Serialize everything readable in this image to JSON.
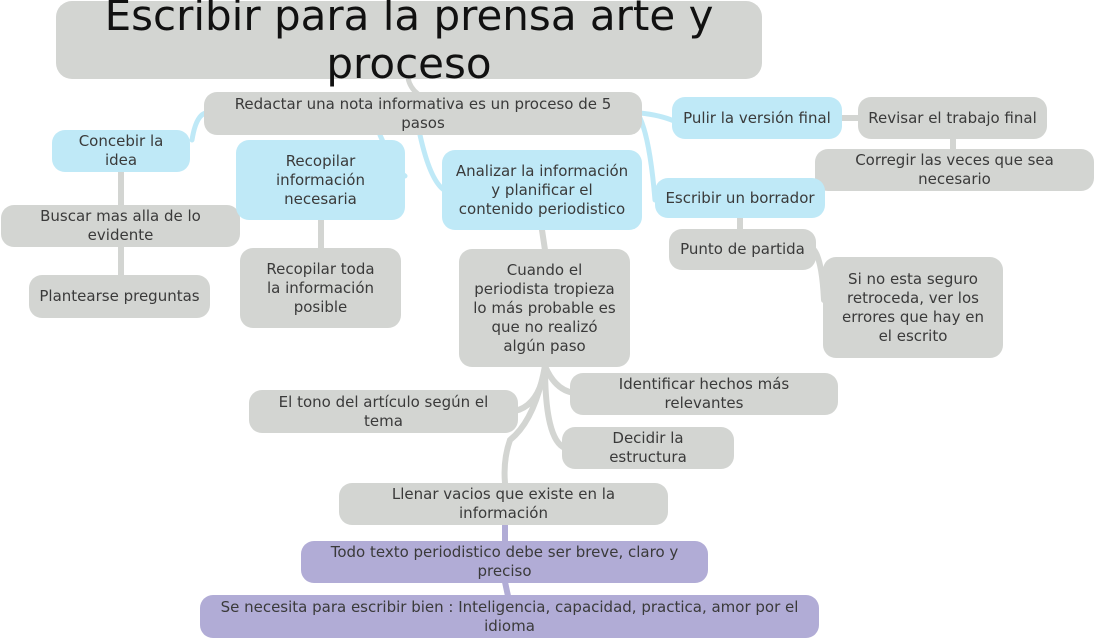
{
  "title": "Escribir para la prensa arte y proceso",
  "nodes": {
    "main": "Redactar una nota informativa es un proceso de 5 pasos",
    "concebir": "Concebir la idea",
    "buscar": "Buscar mas alla de lo evidente",
    "plantearse": "Plantearse preguntas",
    "recopilar_info": "Recopilar información necesaria",
    "recopilar_toda": "Recopilar toda la información posible",
    "analizar": "Analizar la información y planificar el contenido periodistico",
    "cuando": "Cuando el periodista tropieza lo más probable es que no realizó algún paso",
    "identificar": "Identificar hechos más relevantes",
    "tono": "El tono del artículo según el tema",
    "decidir": "Decidir la estructura",
    "llenar": "Llenar vacios que existe en la información",
    "todo_texto": "Todo texto periodistico debe ser breve, claro y preciso",
    "se_necesita": "Se necesita para escribir bien : Inteligencia, capacidad, practica, amor por el idioma",
    "pulir": "Pulir la versión final",
    "revisar": "Revisar el trabajo final",
    "corregir": "Corregir las veces que sea necesario",
    "borrador": "Escribir un borrador",
    "punto": "Punto de partida",
    "si_no": "Si no esta seguro retroceda, ver los errores que hay en el escrito"
  },
  "colors": {
    "grey_node": "#d3d5d2",
    "blue_node": "#bfe9f7",
    "purple_node": "#b1acd6",
    "grey_link": "#d3d5d2",
    "blue_link": "#bfe9f7"
  }
}
